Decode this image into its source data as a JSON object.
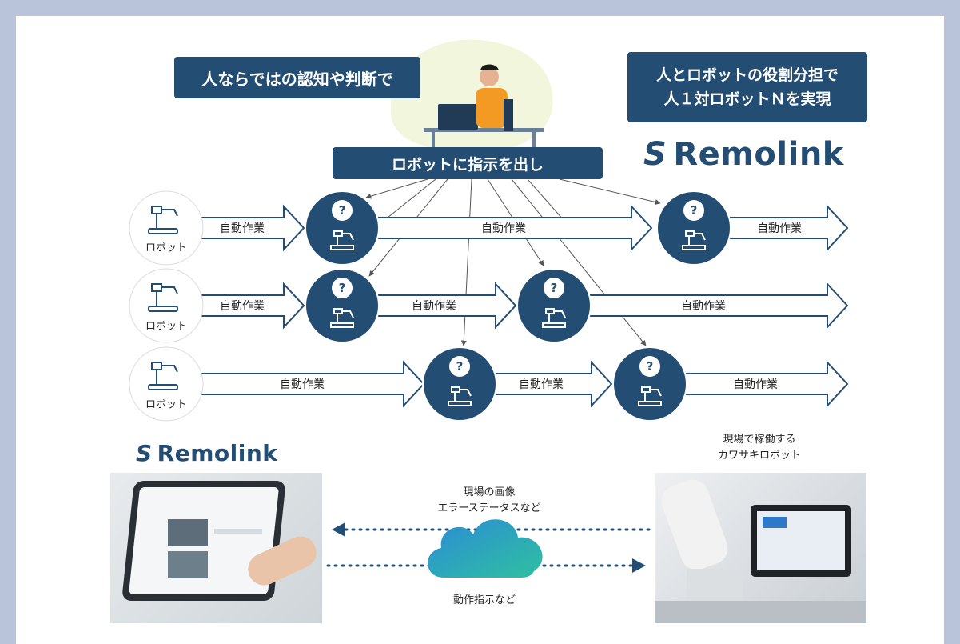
{
  "header": {
    "human_judgment": "人ならではの認知や判断で",
    "role_division": "人とロボットの役割分担で\n人１対ロボットＮを実現",
    "instruction": "ロボットに指示を出し"
  },
  "brand": {
    "name": "Remolink",
    "mark": "S",
    "color": "#244d74"
  },
  "robot_label": "ロボット",
  "task_label": "自動作業",
  "question_mark": "?",
  "field_robot_caption": "現場で稼働する\nカワサキロボット",
  "upstream_caption": "現場の画像\nエラーステータスなど",
  "downstream_caption": "動作指示など",
  "colors": {
    "navy": "#244d74",
    "background": "#b9c3d9",
    "cloud_start": "#2a8cd6",
    "cloud_end": "#2fc0a0"
  }
}
